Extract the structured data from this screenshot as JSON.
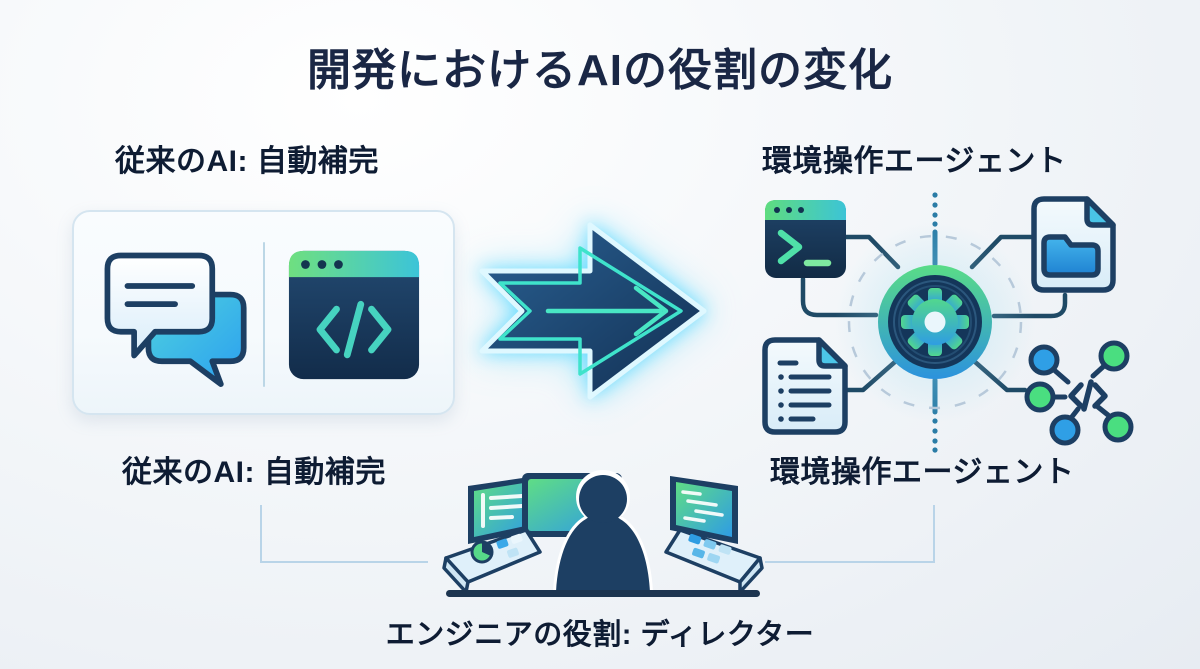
{
  "title": "開発におけるAIの役割の変化",
  "left_section": {
    "label_top": "従来のAI: 自動補完",
    "label_bottom": "従来のAI: 自動補完",
    "icons": [
      "chat-bubbles-icon",
      "code-window-icon"
    ]
  },
  "center": {
    "icon": "transition-arrow-icon"
  },
  "right_section": {
    "label_top": "環境操作エージェント",
    "label_bottom": "環境操作エージェント",
    "hub_icon": "gear-icon",
    "satellite_icons": [
      "terminal-icon",
      "file-folder-icon",
      "document-list-icon",
      "node-graph-icon"
    ]
  },
  "bottom_section": {
    "caption": "エンジニアの役割: ディレクター",
    "icon": "engineer-at-console-illustration"
  },
  "colors": {
    "background_top": "#ffffff",
    "background_edge": "#e7ecf2",
    "title_text": "#1a2745",
    "label_text": "#0e1c33",
    "navy": "#1d3f63",
    "teal": "#3fd6c2",
    "cyan": "#45c8ea",
    "green": "#5adc8e",
    "blue": "#2f9de2",
    "panel_bg": "#f6fafd",
    "panel_border": "#d5e5f0",
    "connector_light": "#b9d4e8",
    "connector_dark": "#1f4a66"
  }
}
